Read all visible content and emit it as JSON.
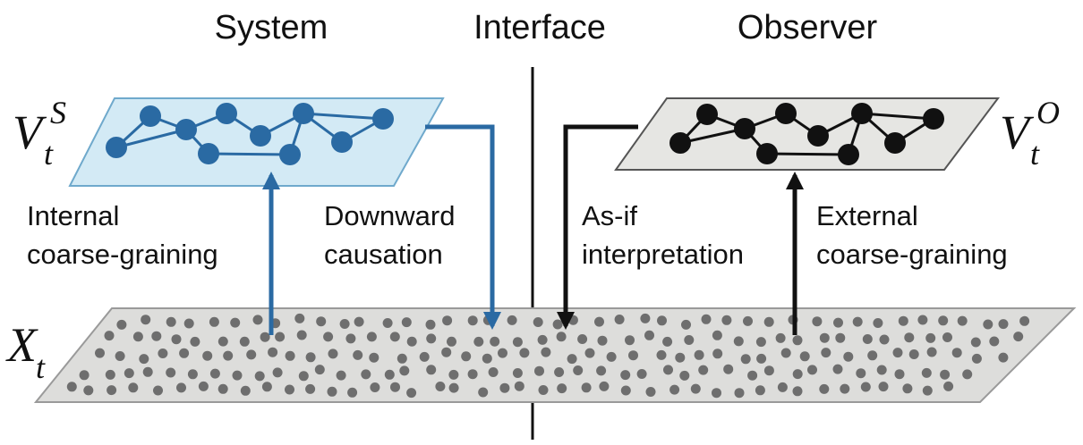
{
  "headings": {
    "system": "System",
    "interface": "Interface",
    "observer": "Observer"
  },
  "labels": {
    "internal_line1": "Internal",
    "internal_line2": "coarse-graining",
    "downward_line1": "Downward",
    "downward_line2": "causation",
    "asif_line1": "As-if",
    "asif_line2": "interpretation",
    "external_line1": "External",
    "external_line2": "coarse-graining"
  },
  "math": {
    "system_var": "V",
    "system_sub": "t",
    "system_sup": "S",
    "observer_var": "V",
    "observer_sub": "t",
    "observer_sup": "O",
    "micro_var": "X",
    "micro_sub": "t"
  },
  "colors": {
    "system_blue": "#2a6aa3",
    "system_plane": "#d3eaf5",
    "observer_plane": "#e6e6e3",
    "micro_plane": "#dddddb",
    "micro_dot": "#6e6e6e",
    "ink": "#111111"
  }
}
